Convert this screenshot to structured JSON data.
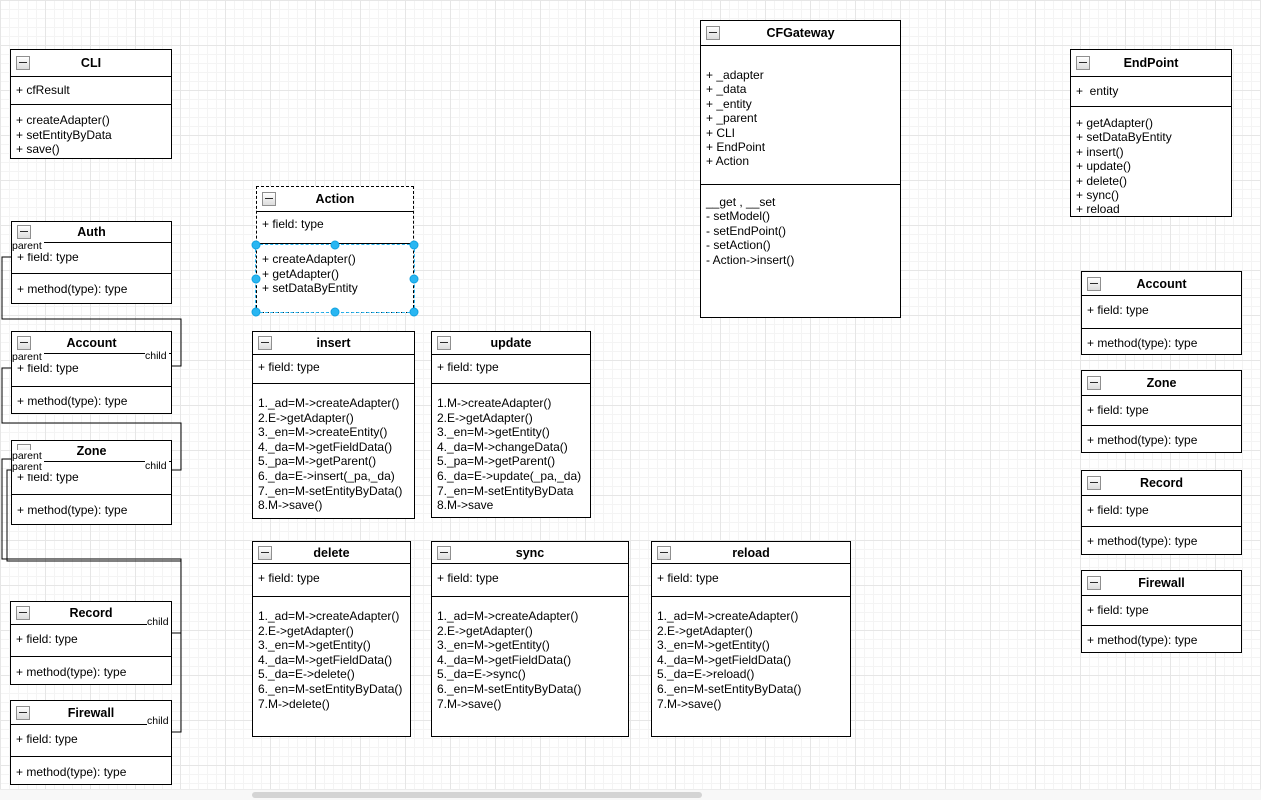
{
  "canvas": {
    "background": "#ffffff",
    "grid_minor_color": "#f4f4f4",
    "grid_major_color": "#e6e6e6"
  },
  "selection": {
    "outline_color": "#29b6f2",
    "handle_color": "#29b6f2",
    "selected_class": "action"
  },
  "scrollbar": {
    "track_color": "#f8f8f8",
    "thumb_color": "#d4d4d4"
  },
  "icons": {
    "collapse": "minus-square"
  },
  "edge_labels": [
    {
      "id": "auth-parent",
      "text": "parent"
    },
    {
      "id": "account-parent",
      "text": "parent"
    },
    {
      "id": "account-child",
      "text": "child"
    },
    {
      "id": "zone-parent-1",
      "text": "parent"
    },
    {
      "id": "zone-parent-2",
      "text": "parent"
    },
    {
      "id": "zone-child",
      "text": "child"
    },
    {
      "id": "record-child",
      "text": "child"
    },
    {
      "id": "firewall-child",
      "text": "child"
    }
  ],
  "classes": {
    "cli": {
      "title": "CLI",
      "fields": [
        "+ cfResult"
      ],
      "methods": [
        "+ createAdapter()",
        "+ setEntityByData",
        "+ save()"
      ]
    },
    "auth": {
      "title": "Auth",
      "fields": [
        "+ field: type"
      ],
      "methods": [
        "+ method(type): type"
      ]
    },
    "account_left": {
      "title": "Account",
      "fields": [
        "+ field: type"
      ],
      "methods": [
        "+ method(type): type"
      ]
    },
    "zone_left": {
      "title": "Zone",
      "fields": [
        "+ field: type"
      ],
      "methods": [
        "+ method(type): type"
      ]
    },
    "record_left": {
      "title": "Record",
      "fields": [
        "+ field: type"
      ],
      "methods": [
        "+ method(type): type"
      ]
    },
    "firewall_left": {
      "title": "Firewall",
      "fields": [
        "+ field: type"
      ],
      "methods": [
        "+ method(type): type"
      ]
    },
    "action": {
      "title": "Action",
      "fields": [
        "+ field: type"
      ],
      "methods": [
        "+ createAdapter()",
        "+ getAdapter()",
        "+ setDataByEntity"
      ]
    },
    "insert": {
      "title": "insert",
      "fields": [
        "+ field: type"
      ],
      "methods": [
        "1._ad=M->createAdapter()",
        "2.E->getAdapter()",
        "3._en=M->createEntity()",
        "4._da=M->getFieldData()",
        "5._pa=M->getParent()",
        "6._da=E->insert(_pa,_da)",
        "7._en=M-setEntityByData()",
        "8.M->save()"
      ]
    },
    "update": {
      "title": "update",
      "fields": [
        "+ field: type"
      ],
      "methods": [
        "1.M->createAdapter()",
        "2.E->getAdapter()",
        "3._en=M->getEntity()",
        "4._da=M->changeData()",
        "5._pa=M->getParent()",
        "6._da=E->update(_pa,_da)",
        "7._en=M-setEntityByData",
        "8.M->save"
      ]
    },
    "delete": {
      "title": "delete",
      "fields": [
        "+ field: type"
      ],
      "methods": [
        "1._ad=M->createAdapter()",
        "2.E->getAdapter()",
        "3._en=M->getEntity()",
        "4._da=M->getFieldData()",
        "5._da=E->delete()",
        "6._en=M-setEntityByData()",
        "7.M->delete()"
      ]
    },
    "sync": {
      "title": "sync",
      "fields": [
        "+ field: type"
      ],
      "methods": [
        "1._ad=M->createAdapter()",
        "2.E->getAdapter()",
        "3._en=M->getEntity()",
        "4._da=M->getFieldData()",
        "5._da=E->sync()",
        "6._en=M-setEntityByData()",
        "7.M->save()"
      ]
    },
    "reload": {
      "title": "reload",
      "fields": [
        "+ field: type"
      ],
      "methods": [
        "1._ad=M->createAdapter()",
        "2.E->getAdapter()",
        "3._en=M->getEntity()",
        "4._da=M->getFieldData()",
        "5._da=E->reload()",
        "6._en=M-setEntityByData()",
        "7.M->save()"
      ]
    },
    "cfgateway": {
      "title": "CFGateway",
      "fields": [
        "+ _adapter",
        "+ _data",
        "+ _entity",
        "+ _parent",
        "+ CLI",
        "+ EndPoint",
        "+ Action"
      ],
      "methods": [
        "__get , __set",
        "- setModel()",
        "- setEndPoint()",
        "- setAction()",
        "- Action->insert()"
      ]
    },
    "endpoint": {
      "title": "EndPoint",
      "fields": [
        "+  entity"
      ],
      "methods": [
        "+ getAdapter()",
        "+ setDataByEntity",
        "+ insert()",
        "+ update()",
        "+ delete()",
        "+ sync()",
        "+ reload"
      ]
    },
    "account_right": {
      "title": "Account",
      "fields": [
        "+ field: type"
      ],
      "methods": [
        "+ method(type): type"
      ]
    },
    "zone_right": {
      "title": "Zone",
      "fields": [
        "+ field: type"
      ],
      "methods": [
        "+ method(type): type"
      ]
    },
    "record_right": {
      "title": "Record",
      "fields": [
        "+ field: type"
      ],
      "methods": [
        "+ method(type): type"
      ]
    },
    "firewall_right": {
      "title": "Firewall",
      "fields": [
        "+ field: type"
      ],
      "methods": [
        "+ method(type): type"
      ]
    }
  }
}
